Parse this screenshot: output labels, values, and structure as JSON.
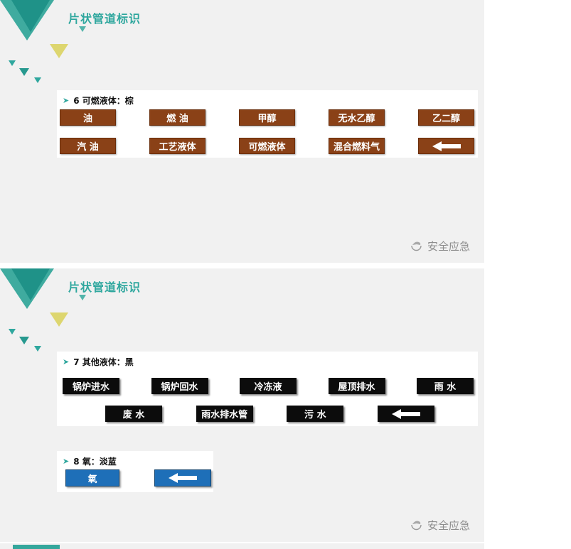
{
  "colors": {
    "teal_accent": "#2fa79e",
    "yellow_accent": "#ddd66f",
    "brown_plate": "#8a4117",
    "black_plate": "#0c0c0c",
    "blue_plate": "#1e6fb8",
    "slide_background": "#f1f1f1"
  },
  "slide1": {
    "title": "片状管道标识",
    "section6": {
      "marker": "➤",
      "header": "6 可燃液体：棕",
      "row1": [
        "油",
        "燃 油",
        "甲醇",
        "无水乙醇",
        "乙二醇"
      ],
      "row2": [
        "汽 油",
        "工艺液体",
        "可燃液体",
        "混合燃料气"
      ]
    },
    "watermark": "安全应急"
  },
  "slide2": {
    "title": "片状管道标识",
    "section7": {
      "marker": "➤",
      "header": "7 其他液体：黑",
      "row1": [
        "锅炉进水",
        "锅炉回水",
        "冷冻液",
        "屋顶排水",
        "雨 水"
      ],
      "row2": [
        "废 水",
        "雨水排水管",
        "污 水"
      ]
    },
    "section8": {
      "marker": "➤",
      "header": "8 氧：淡蓝",
      "plate": "氧"
    },
    "watermark": "安全应急"
  }
}
